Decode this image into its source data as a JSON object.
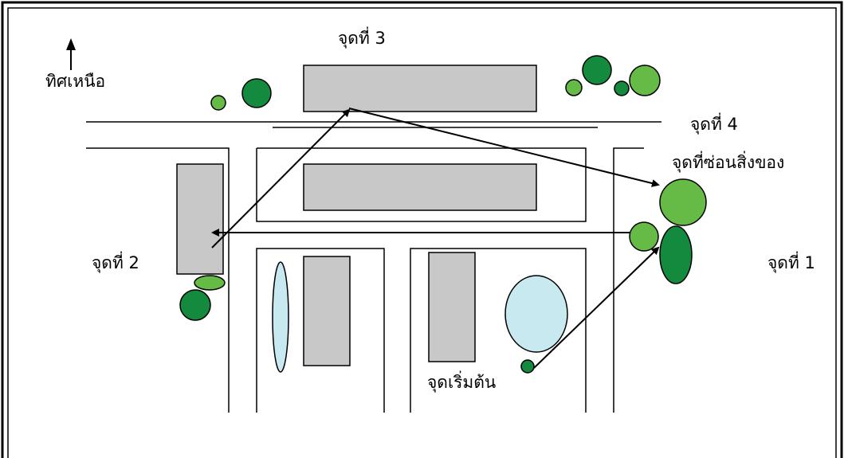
{
  "labels": {
    "north": "ทิศเหนือ",
    "point3": "จุดที่ 3",
    "point4": "จุดที่ 4",
    "hiding_spot": "จุดที่ซ่อนสิ่งของ",
    "point2": "จุดที่  2",
    "point1": "จุดที่ 1",
    "start": "จุดเริ่มต้น"
  },
  "colors": {
    "building": "#c8c8c8",
    "pool": "#c8e9ef",
    "tree_dark": "#138a3e",
    "tree_light": "#66bb46",
    "frame": "#000000"
  }
}
